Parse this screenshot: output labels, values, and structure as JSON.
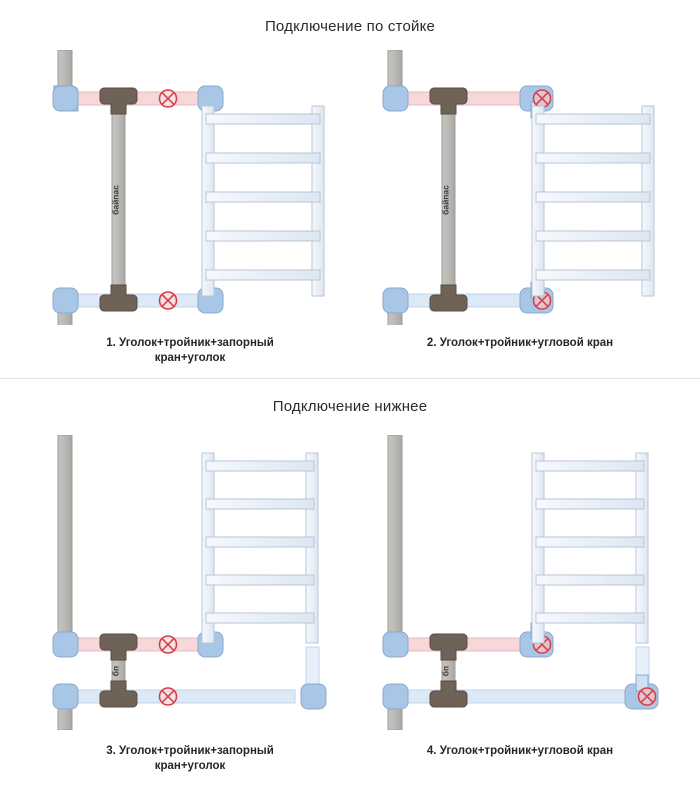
{
  "sections": [
    {
      "id": "riser",
      "title": "Подключение по стойке"
    },
    {
      "id": "bottom",
      "title": "Подключение нижнее"
    }
  ],
  "diagrams": [
    {
      "id": "scheme-1",
      "number": "1.",
      "caption_line1": "1. Уголок+тройник+запорный",
      "caption_line2": "кран+уголок",
      "connection": "riser",
      "bypass_label": "байпас",
      "valve_count": 2,
      "valve_style": "inline-shutoff"
    },
    {
      "id": "scheme-2",
      "number": "2.",
      "caption_line1": "2. Уголок+тройник+угловой кран",
      "caption_line2": "",
      "connection": "riser",
      "bypass_label": "байпас",
      "valve_count": 2,
      "valve_style": "corner-valve"
    },
    {
      "id": "scheme-3",
      "number": "3.",
      "caption_line1": "3. Уголок+тройник+запорный",
      "caption_line2": "кран+уголок",
      "connection": "bottom",
      "bypass_label": "бп",
      "valve_count": 2,
      "valve_style": "inline-shutoff"
    },
    {
      "id": "scheme-4",
      "number": "4.",
      "caption_line1": "4. Уголок+тройник+угловой кран",
      "caption_line2": "",
      "connection": "bottom",
      "bypass_label": "бп",
      "valve_count": 2,
      "valve_style": "corner-valve"
    }
  ],
  "colors": {
    "background": "#ffffff",
    "hot_pipe": "#f8d7da",
    "hot_pipe_border": "#e6b9bd",
    "cold_pipe": "#dce9f7",
    "cold_pipe_border": "#c2d4e8",
    "riser_gray": "#b8b6b2",
    "riser_gray_border": "#9e9c98",
    "fitting_blue": "#a8c6e6",
    "fitting_blue_border": "#8aa9cc",
    "tee_brown": "#6f6257",
    "tee_brown_border": "#584d44",
    "valve_red": "#d9404e",
    "valve_fill": "#f7e2e4",
    "rail_fill": "#eef3fb",
    "rail_border": "#b9c6d6",
    "text": "#262626",
    "divider": "#e3e3e3"
  },
  "legend": {
    "valve_icon": "valve-cross-icon",
    "tee_icon": "tee-fitting-icon",
    "elbow_icon": "elbow-fitting-icon",
    "rail_icon": "towel-rail-icon"
  }
}
